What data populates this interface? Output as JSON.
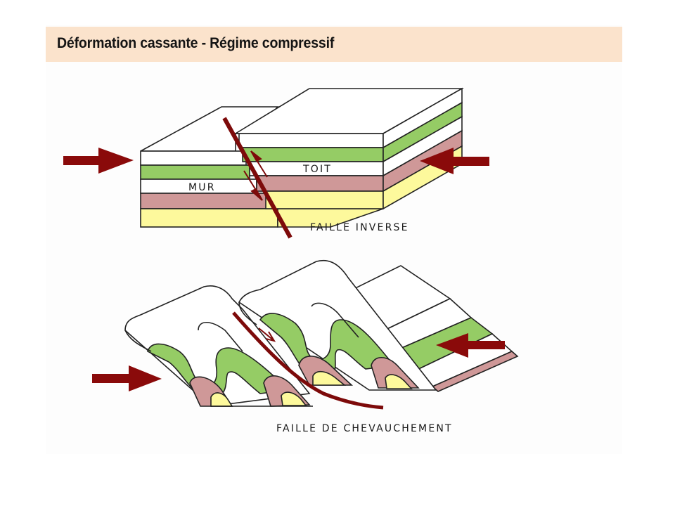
{
  "title": "Déformation cassante - Régime compressif",
  "colors": {
    "title_background": "#fbe3cc",
    "layer_green": "#95cc65",
    "layer_pink": "#cf9898",
    "layer_yellow": "#fdf99c",
    "layer_white": "#ffffff",
    "fault_and_arrows": "#8a0a0a",
    "outline": "#222222"
  },
  "reverse_fault_diagram": {
    "label_footwall": "MUR",
    "label_hanging_wall": "TOIT",
    "caption": "FAILLE INVERSE",
    "layer_sequence_top_to_bottom": [
      "white",
      "green",
      "white",
      "pink",
      "yellow"
    ],
    "arrows": [
      "compression-from-left",
      "compression-from-right"
    ]
  },
  "thrust_fault_diagram": {
    "caption": "FAILLE DE CHEVAUCHEMENT",
    "layer_sequence_top_to_bottom": [
      "white",
      "green",
      "white",
      "pink",
      "yellow"
    ],
    "arrows": [
      "compression-from-left",
      "compression-from-right"
    ]
  }
}
